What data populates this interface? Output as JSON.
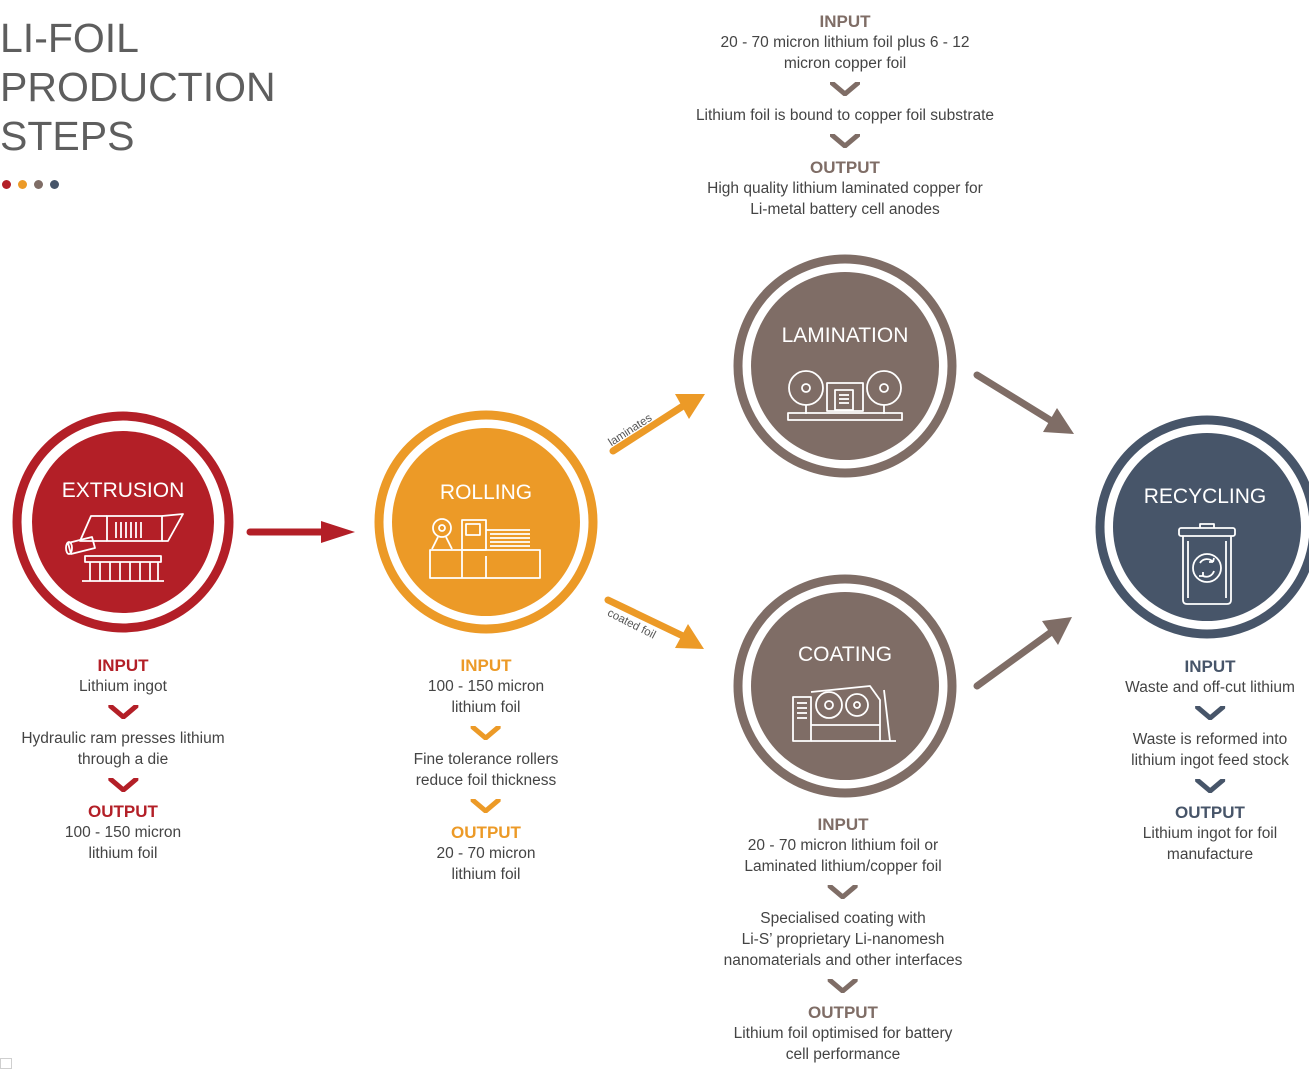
{
  "title": {
    "lines": [
      "LI-FOIL",
      "PRODUCTION",
      "STEPS"
    ]
  },
  "colors": {
    "title": "#5e5e5e",
    "extrusion": "#b31f27",
    "rolling": "#ec9a27",
    "lamination": "#7f6d66",
    "coating": "#7f6d66",
    "recycling": "#475569",
    "body_text": "#444444",
    "dots": [
      "#b31f27",
      "#ec9a27",
      "#7f6d66",
      "#475569"
    ]
  },
  "stages": {
    "extrusion": {
      "label": "EXTRUSION",
      "icon": "extruder-machine-icon",
      "input_heading": "INPUT",
      "input": [
        "Lithium ingot"
      ],
      "process": [
        "Hydraulic ram presses lithium",
        "through a die"
      ],
      "output_heading": "OUTPUT",
      "output": [
        "100 - 150 micron",
        "lithium foil"
      ]
    },
    "rolling": {
      "label": "ROLLING",
      "icon": "rolling-mill-icon",
      "input_heading": "INPUT",
      "input": [
        "100 - 150 micron",
        "lithium foil"
      ],
      "process": [
        "Fine tolerance rollers",
        "reduce foil thickness"
      ],
      "output_heading": "OUTPUT",
      "output": [
        "20 - 70 micron",
        "lithium foil"
      ]
    },
    "lamination": {
      "label": "LAMINATION",
      "icon": "laminator-icon",
      "input_heading": "INPUT",
      "input": [
        "20 - 70 micron lithium foil plus 6 - 12",
        "micron copper foil"
      ],
      "process": [
        "Lithium foil is bound to copper foil substrate"
      ],
      "output_heading": "OUTPUT",
      "output": [
        "High quality lithium laminated copper for",
        "Li-metal battery cell anodes"
      ]
    },
    "coating": {
      "label": "COATING",
      "icon": "coating-machine-icon",
      "input_heading": "INPUT",
      "input": [
        "20 - 70 micron lithium foil or",
        "Laminated lithium/copper foil"
      ],
      "process": [
        "Specialised coating with",
        "Li-S’ proprietary Li-nanomesh",
        "nanomaterials and other interfaces"
      ],
      "output_heading": "OUTPUT",
      "output": [
        "Lithium foil optimised for battery",
        "cell performance"
      ]
    },
    "recycling": {
      "label": "RECYCLING",
      "icon": "recycle-bin-icon",
      "input_heading": "INPUT",
      "input": [
        "Waste and off-cut lithium"
      ],
      "process": [
        "Waste is reformed into",
        "lithium ingot feed stock"
      ],
      "output_heading": "OUTPUT",
      "output": [
        "Lithium ingot for foil",
        "manufacture"
      ]
    }
  },
  "arrows": {
    "to_lamination": "laminates",
    "to_coating": "coated foil"
  }
}
